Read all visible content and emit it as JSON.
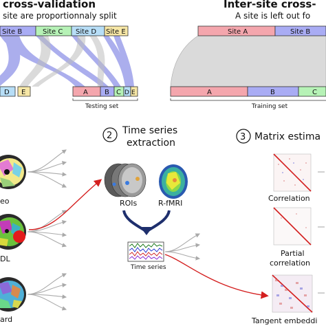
{
  "top": {
    "left_title": "cross-validation",
    "left_subtitle": "site are proportionnaly split",
    "right_title": "Inter-site cross-",
    "right_subtitle": "A site is left out fo",
    "left_top_sites": [
      "Site B",
      "Site C",
      "Site D",
      "Site E"
    ],
    "left_bottom_left": [
      "D",
      "E"
    ],
    "left_bottom_test": [
      "A",
      "B",
      "C",
      "D",
      "E"
    ],
    "testing_label": "Testing set",
    "right_top_sites": [
      "Site A",
      "Site B"
    ],
    "right_bottom": [
      "A",
      "B",
      "C"
    ],
    "training_label": "Training set"
  },
  "steps": {
    "step2_num": "2",
    "step2_title_line1": "Time series",
    "step2_title_line2": "extraction",
    "step3_num": "3",
    "step3_title": "Matrix estima"
  },
  "left_col": {
    "label1": "eo",
    "label2": "DL",
    "label3": "ard"
  },
  "extraction": {
    "rois_label": "ROIs",
    "rfmri_label": "R-fMRI",
    "timeseries_label": "Time series"
  },
  "matrices": {
    "correlation": "Correlation",
    "partial_line1": "Partial",
    "partial_line2": "correlation",
    "tangent": "Tangent embeddi"
  },
  "colors": {
    "site_a": "#f4a6ad",
    "site_b": "#a9acf4",
    "site_c": "#b6f2b6",
    "site_d": "#b7def7",
    "site_e": "#f7e7a6",
    "flow_blue": "#8f93e8",
    "flow_gray": "#c8c8c8",
    "red_arrow": "#d41f1f",
    "navy_arrow": "#1e2f6d"
  }
}
